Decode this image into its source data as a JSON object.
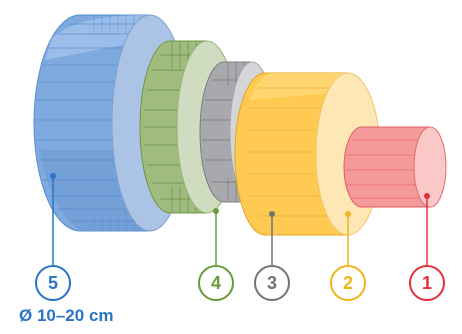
{
  "diagram": {
    "diameter_text": "Ø 10–20 cm",
    "layers": [
      {
        "number": "1",
        "color": "#e5303a",
        "fill": "#f7a0a0"
      },
      {
        "number": "2",
        "color": "#f2b41a",
        "fill": "#ffd36b"
      },
      {
        "number": "3",
        "color": "#737373",
        "fill": "#b3b5b8"
      },
      {
        "number": "4",
        "color": "#6a9a3e",
        "fill": "#a7c285"
      },
      {
        "number": "5",
        "color": "#2a74c4",
        "fill": "#7faee0"
      }
    ]
  }
}
